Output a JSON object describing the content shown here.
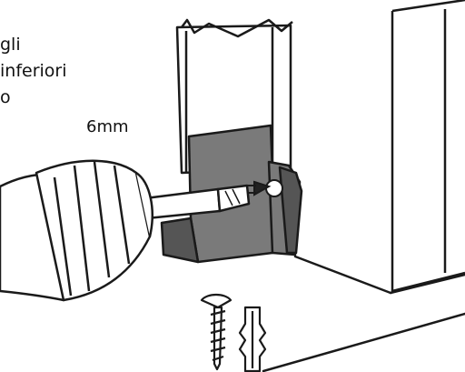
{
  "instruction_lines": [
    "gli",
    "inferiori",
    "o"
  ],
  "dimension_label": "6mm",
  "colors": {
    "outline": "#1a1a1a",
    "panel_fill": "#ffffff",
    "bracket_fill": "#7a7a7a",
    "bracket_dark": "#555555",
    "drill_fill": "#ffffff"
  }
}
